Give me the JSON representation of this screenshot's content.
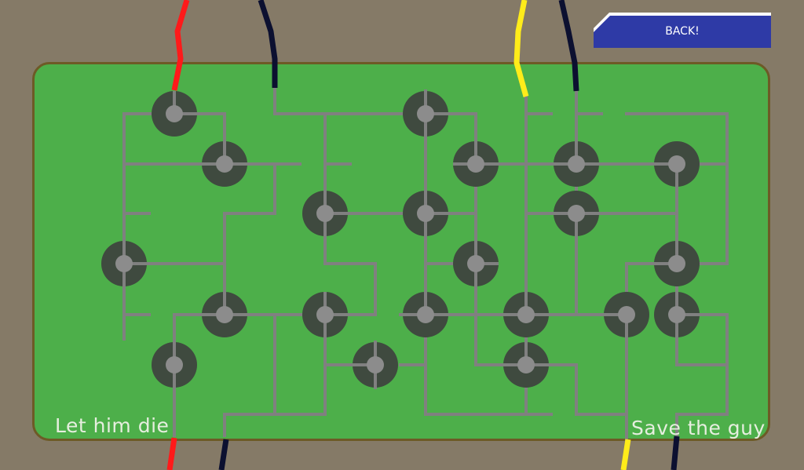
{
  "buttons": {
    "back_label": "BACK!"
  },
  "choices": {
    "left_label": "Let him die",
    "right_label": "Save the guy"
  },
  "colors": {
    "background": "#857a67",
    "board": "#4daf4a",
    "board_border": "#6d5a26",
    "trace": "#808080",
    "node_ring": "#3f4a3f",
    "node_center": "#8c8c8c",
    "button": "#2e3aa6",
    "wire_red": "#ff1a1a",
    "wire_black": "#0c1030",
    "wire_yellow": "#ffec1a"
  },
  "icons": {
    "button_shape": "angled-corner-button"
  }
}
